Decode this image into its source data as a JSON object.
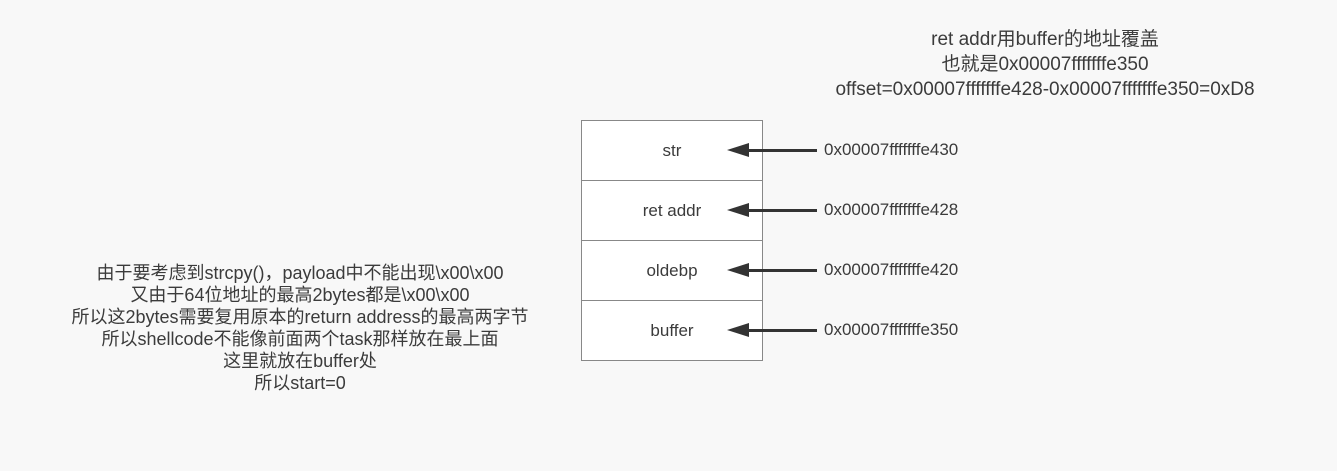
{
  "colors": {
    "background": "#f8f8f8",
    "text": "#3b3b3b",
    "arrow": "#333333",
    "box_border": "#888888",
    "box_fill": "#ffffff"
  },
  "top_note": {
    "lines": [
      "ret addr用buffer的地址覆盖",
      "也就是0x00007fffffffe350",
      "offset=0x00007fffffffe428-0x00007fffffffe350=0xD8"
    ]
  },
  "left_note": {
    "lines": [
      "由于要考虑到strcpy()，payload中不能出现\\x00\\x00",
      "又由于64位地址的最高2bytes都是\\x00\\x00",
      "所以这2bytes需要复用原本的return address的最高两字节",
      "所以shellcode不能像前面两个task那样放在最上面",
      "这里就放在buffer处",
      "所以start=0"
    ]
  },
  "stack": {
    "rows": [
      {
        "label": "str",
        "address": "0x00007fffffffe430"
      },
      {
        "label": "ret addr",
        "address": "0x00007fffffffe428"
      },
      {
        "label": "oldebp",
        "address": "0x00007fffffffe420"
      },
      {
        "label": "buffer",
        "address": "0x00007fffffffe350"
      }
    ]
  }
}
